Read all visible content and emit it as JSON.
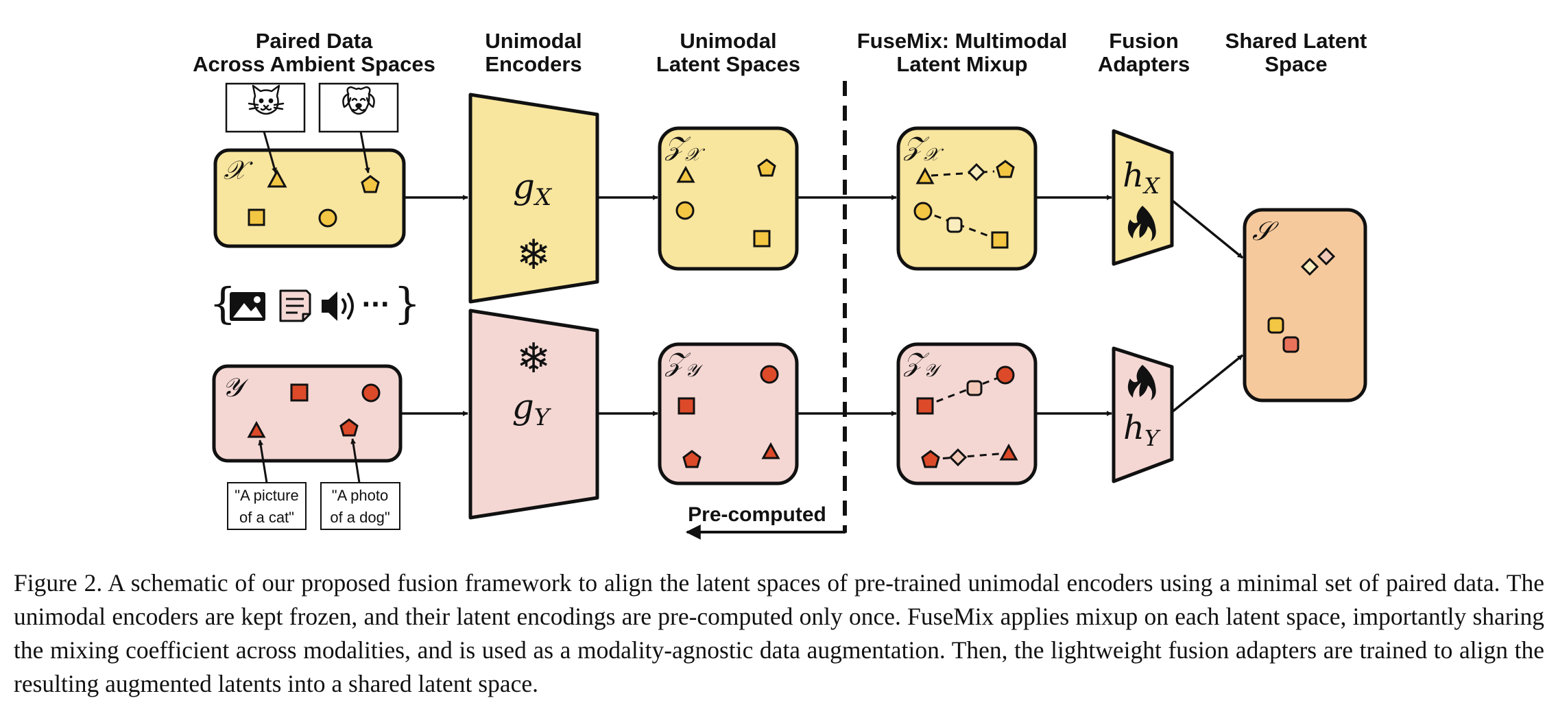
{
  "headers": {
    "paired_data_line1": "Paired Data",
    "paired_data_line2": "Across Ambient Spaces",
    "unimodal_encoders_line1": "Unimodal",
    "unimodal_encoders_line2": "Encoders",
    "unimodal_latent_line1": "Unimodal",
    "unimodal_latent_line2": "Latent Spaces",
    "fusemix_line1": "FuseMix: Multimodal",
    "fusemix_line2": "Latent Mixup",
    "fusion_adapters_line1": "Fusion",
    "fusion_adapters_line2": "Adapters",
    "shared_latent_line1": "Shared Latent",
    "shared_latent_line2": "Space"
  },
  "symbols": {
    "ambient_x": "𝒳",
    "ambient_y": "𝒴",
    "encoder_x_base": "g",
    "encoder_x_sub": "X",
    "encoder_y_base": "g",
    "encoder_y_sub": "Y",
    "latent_z": "𝒵",
    "latent_x_sub": "𝒳",
    "latent_y_sub": "𝒴",
    "adapter_x_base": "h",
    "adapter_x_sub": "X",
    "adapter_y_base": "h",
    "adapter_y_sub": "Y",
    "shared": "𝒮",
    "snowflake": "❄",
    "fire": "🔥",
    "modalities_open": "{",
    "modalities_close": "}",
    "modalities_ellipsis": "···"
  },
  "text_boxes": {
    "cat_line1": "\"A picture",
    "cat_line2": "of a cat\"",
    "dog_line1": "\"A photo",
    "dog_line2": "of a dog\""
  },
  "precomputed_label": "Pre-computed",
  "colors": {
    "yellow_fill": "#f8e59e",
    "pink_fill": "#f4d7d3",
    "orange_fill": "#f6c99c",
    "yellow_shape": "#f3c643",
    "red_shape": "#dc4a2a",
    "stroke": "#111111"
  },
  "icons": {
    "modalities": [
      "image-icon",
      "text-document-icon",
      "speaker-icon"
    ],
    "ambient_x": "cat-face-icon, dog-face-icon",
    "adapters": "fire-icon",
    "encoders": "snowflake-icon"
  },
  "caption": "Figure 2.  A schematic of our proposed fusion framework to align the latent spaces of pre-trained unimodal encoders using a minimal set of paired data.  The unimodal encoders are kept frozen, and their latent encodings are pre-computed only once.  FuseMix applies mixup on each latent space, importantly sharing the mixing coefficient across modalities, and is used as a modality-agnostic data augmentation.  Then, the lightweight fusion adapters are trained to align the resulting augmented latents into a shared latent space."
}
